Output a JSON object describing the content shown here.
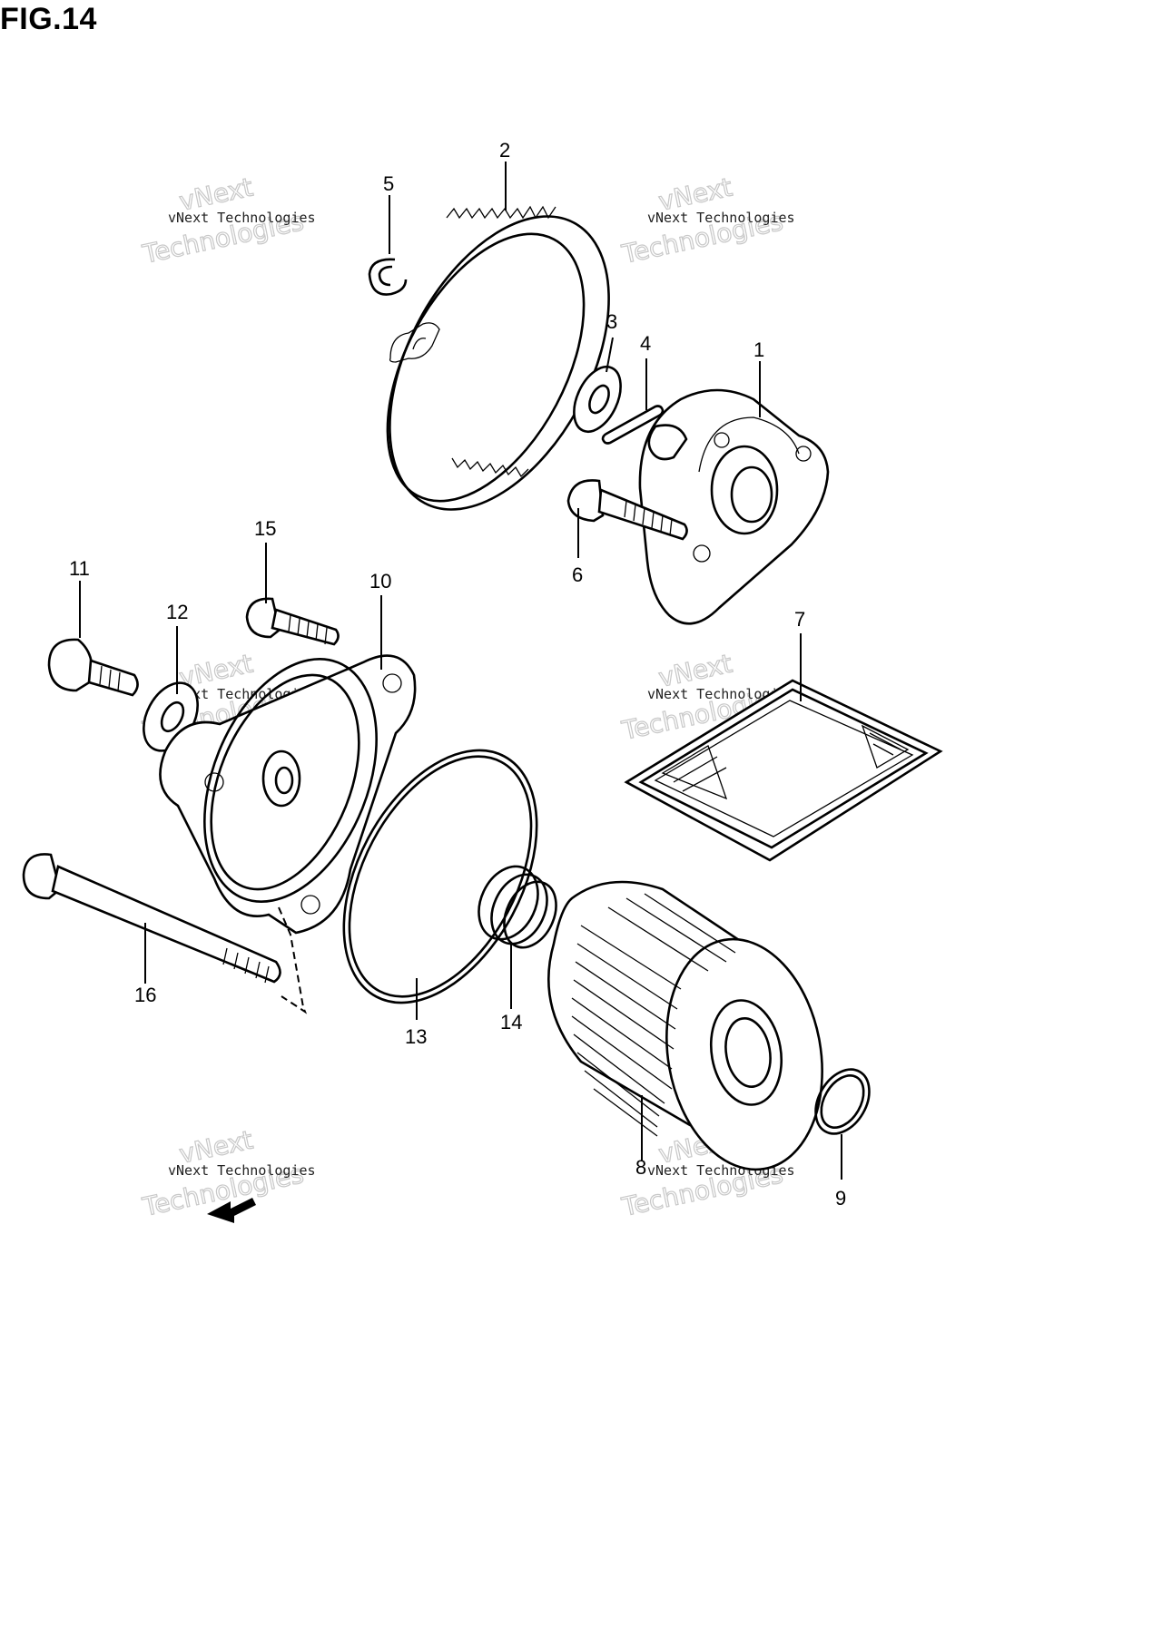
{
  "figure": {
    "title": "FIG.14"
  },
  "parts": [
    {
      "id": "part-1",
      "number": "1"
    },
    {
      "id": "part-2",
      "number": "2"
    },
    {
      "id": "part-3",
      "number": "3"
    },
    {
      "id": "part-4",
      "number": "4"
    },
    {
      "id": "part-5",
      "number": "5"
    },
    {
      "id": "part-6",
      "number": "6"
    },
    {
      "id": "part-7",
      "number": "7"
    },
    {
      "id": "part-8",
      "number": "8"
    },
    {
      "id": "part-9",
      "number": "9"
    },
    {
      "id": "part-10",
      "number": "10"
    },
    {
      "id": "part-11",
      "number": "11"
    },
    {
      "id": "part-12",
      "number": "12"
    },
    {
      "id": "part-13",
      "number": "13"
    },
    {
      "id": "part-14",
      "number": "14"
    },
    {
      "id": "part-15",
      "number": "15"
    },
    {
      "id": "part-16",
      "number": "16"
    }
  ],
  "watermark": {
    "line1": "vNext Technologies",
    "line2": "vNext",
    "line3": "Technologies"
  },
  "direction_marker": {
    "icon": "forward-arrow-icon"
  }
}
